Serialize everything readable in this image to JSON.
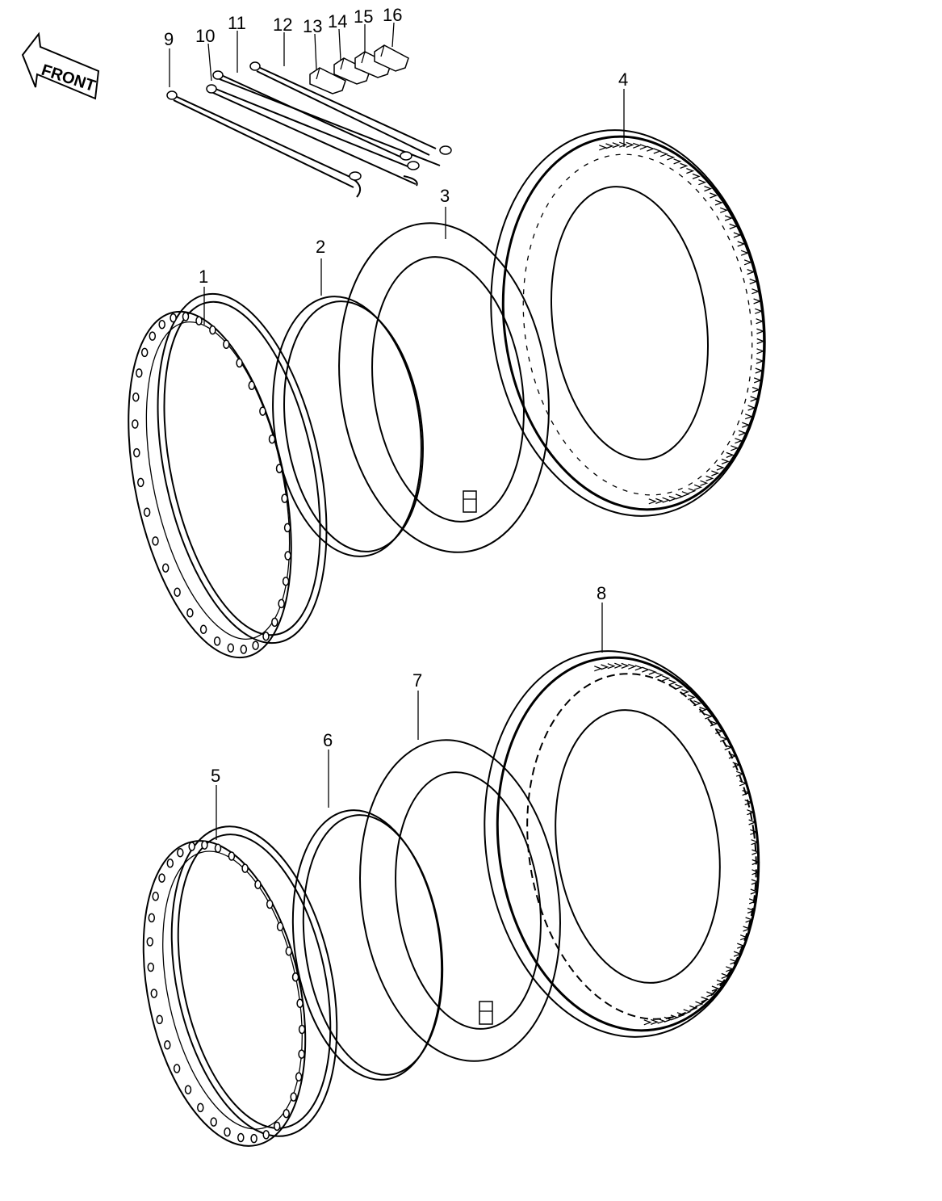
{
  "front_arrow": {
    "label": "FRONT"
  },
  "callouts": [
    "1",
    "2",
    "3",
    "4",
    "5",
    "6",
    "7",
    "8",
    "9",
    "10",
    "11",
    "12",
    "13",
    "14",
    "15",
    "16"
  ],
  "parts": {
    "front_rim": "rim-icon",
    "front_rim_band": "rim-band-icon",
    "front_tube": "inner-tube-icon",
    "front_tire": "tire-icon",
    "rear_rim": "rim-icon",
    "rear_rim_band": "rim-band-icon",
    "rear_tube": "inner-tube-icon",
    "rear_tire": "tire-icon",
    "spokes": "spoke-icon",
    "nipples": "spoke-nipple-icon"
  },
  "colors": {
    "ink": "#000000",
    "paper": "#ffffff"
  }
}
